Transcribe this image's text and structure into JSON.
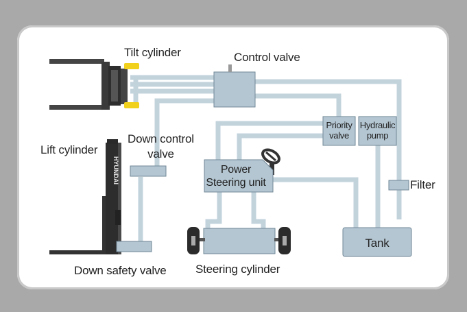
{
  "labels": {
    "tilt_cylinder": "Tilt cylinder",
    "control_valve": "Control valve",
    "down_control_valve": "Down control\nvalve",
    "lift_cylinder": "Lift cylinder",
    "down_safety_valve": "Down safety valve",
    "steering_cylinder": "Steering cylinder",
    "filter": "Filter",
    "priority_valve": "Priority\nvalve",
    "hydraulic_pump": "Hydraulic\npump",
    "power_steering_unit": "Power\nSteering unit",
    "tank": "Tank",
    "mast_brand": "HYUNDAI"
  },
  "colors": {
    "background": "#a9a9a9",
    "card": "#ffffff",
    "pipe": "#c3d3dc",
    "component_fill": "#b4c6d2",
    "component_border": "#6f8796",
    "forklift_dark": "#333333",
    "tilt_highlight": "#f2d11c"
  }
}
